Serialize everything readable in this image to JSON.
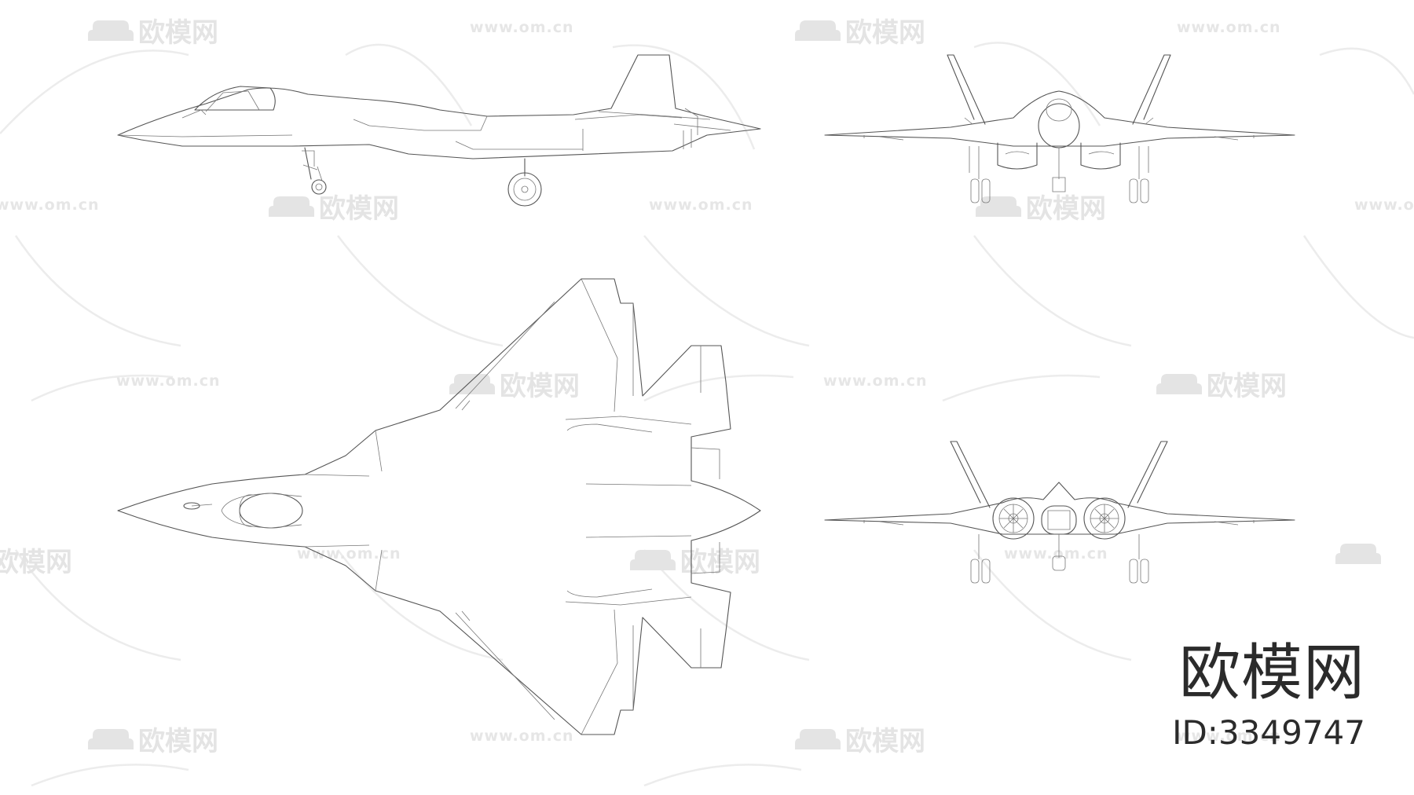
{
  "watermark": {
    "logo_text": "欧模网",
    "url_text": "www.om.cn"
  },
  "brand": {
    "name": "欧模网",
    "id_label": "ID:3349747"
  },
  "colors": {
    "line": "#555555",
    "watermark": "#e4e4e4",
    "brand_text": "#2b2b2b",
    "background": "#ffffff"
  }
}
